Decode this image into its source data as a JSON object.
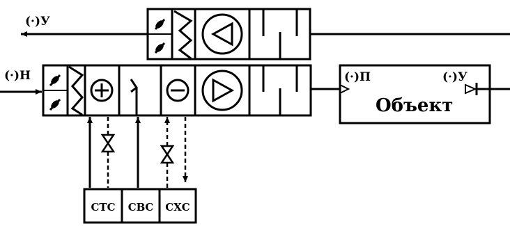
{
  "labels": {
    "exhaust_out": "(·)У",
    "outdoor_in": "(·)Н",
    "supply_point": "(·)П",
    "exhaust_point": "(·)У",
    "object": "Объект"
  },
  "supply_media": [
    "СТС",
    "СВС",
    "СХС"
  ],
  "icons": {
    "damper": "damper-icon",
    "filter": "filter-icon",
    "heater": "heater-icon",
    "humidifier": "humidifier-icon",
    "cooler": "cooler-icon",
    "fan": "fan-icon",
    "silencer": "silencer-icon",
    "valve": "valve-icon"
  },
  "colors": {
    "line": "#000000",
    "background": "#ffffff"
  }
}
